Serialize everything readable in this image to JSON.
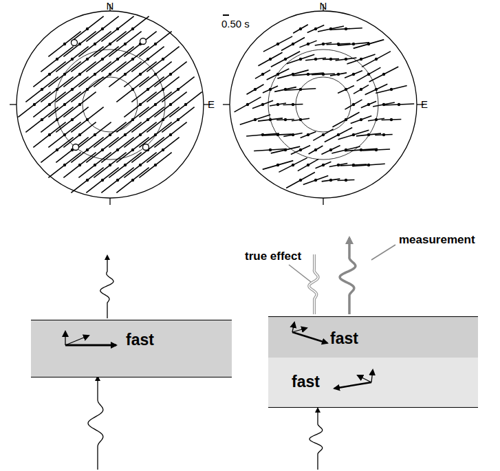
{
  "diagram": {
    "nodes": [
      {
        "text": [
          "fast"
        ]
      },
      {
        "text": [
          "fast"
        ]
      },
      {
        "text": [
          "fast"
        ]
      }
    ],
    "labels": [
      "N",
      "E",
      "0.50 s",
      "N",
      "E",
      "true effect",
      "measurement"
    ]
  }
}
